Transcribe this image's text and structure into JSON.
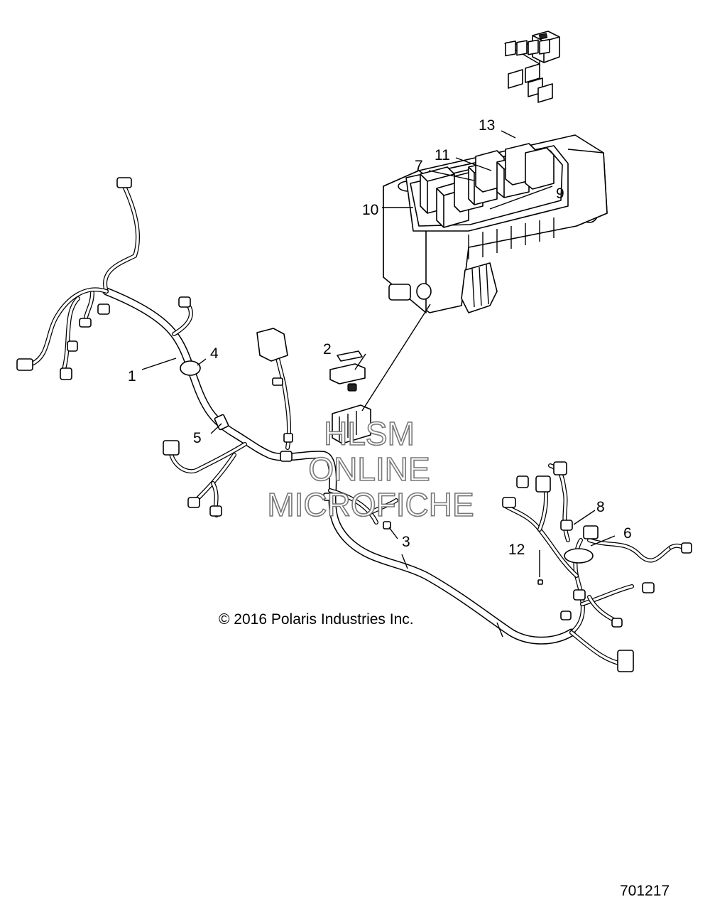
{
  "callouts": [
    "1",
    "2",
    "3",
    "4",
    "5",
    "6",
    "7",
    "8",
    "9",
    "10",
    "11",
    "12",
    "13"
  ],
  "watermark": {
    "line1": "HLSM",
    "line2": "ONLINE",
    "line3": "MICROFICHE"
  },
  "copyright": "© 2016 Polaris Industries Inc.",
  "figure_number": "701217"
}
